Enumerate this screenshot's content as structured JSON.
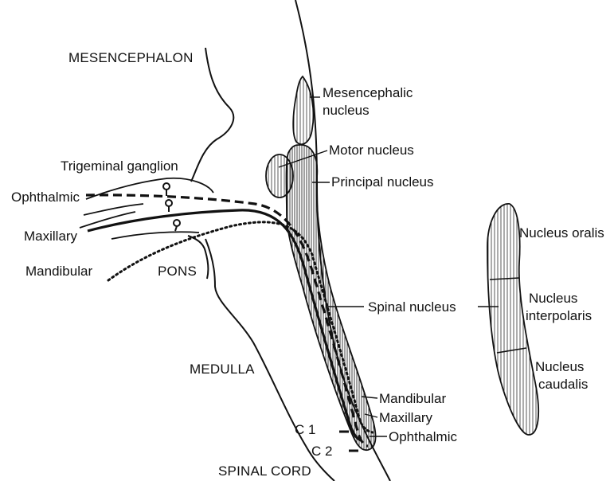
{
  "regions": {
    "mesencephalon": "MESENCEPHALON",
    "pons": "PONS",
    "medulla": "MEDULLA",
    "spinal_cord": "SPINAL CORD",
    "c1": "C 1",
    "c2": "C 2"
  },
  "ganglion": {
    "title": "Trigeminal ganglion",
    "ophthalmic": "Ophthalmic",
    "maxillary": "Maxillary",
    "mandibular": "Mandibular"
  },
  "nuclei": {
    "mesencephalic_line1": "Mesencephalic",
    "mesencephalic_line2": "nucleus",
    "motor": "Motor nucleus",
    "principal": "Principal nucleus",
    "spinal": "Spinal nucleus"
  },
  "tract_ends": {
    "mandibular": "Mandibular",
    "maxillary": "Maxillary",
    "ophthalmic": "Ophthalmic"
  },
  "subnuclei": {
    "oralis_line1": "Nucleus oralis",
    "interpolaris_line1": "Nucleus",
    "interpolaris_line2": "interpolaris",
    "caudalis_line1": "Nucleus",
    "caudalis_line2": "caudalis"
  },
  "colors": {
    "ink": "#111111",
    "background": "#ffffff"
  }
}
